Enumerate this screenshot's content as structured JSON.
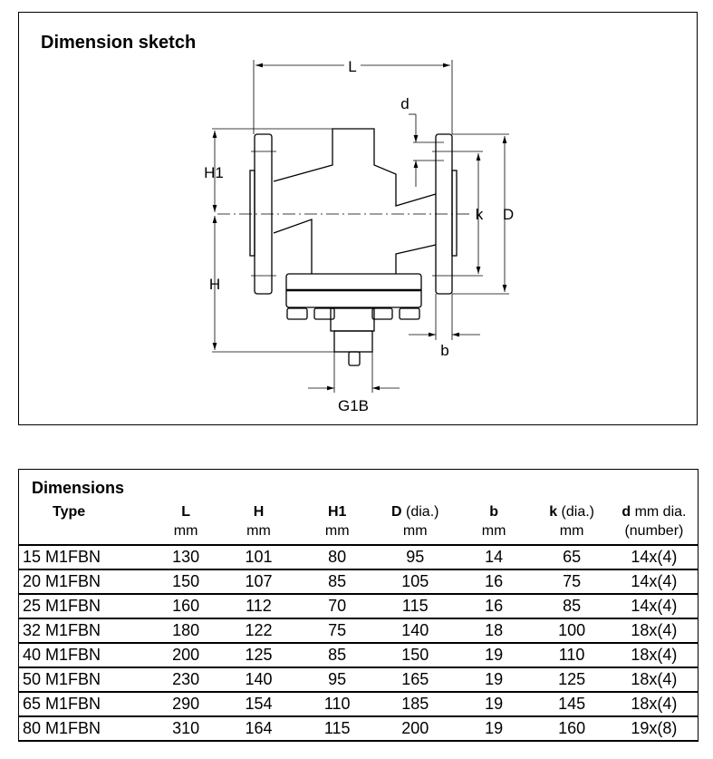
{
  "sketch": {
    "title": "Dimension sketch",
    "labels": {
      "L": "L",
      "d": "d",
      "H1": "H1",
      "H": "H",
      "k": "k",
      "D": "D",
      "b": "b",
      "G1B": "G1B"
    }
  },
  "table": {
    "title": "Dimensions",
    "headers": [
      {
        "name": "Type",
        "suffix": "",
        "unit": ""
      },
      {
        "name": "L",
        "suffix": "",
        "unit": "mm"
      },
      {
        "name": "H",
        "suffix": "",
        "unit": "mm"
      },
      {
        "name": "H1",
        "suffix": "",
        "unit": "mm"
      },
      {
        "name": "D",
        "suffix": " (dia.)",
        "unit": "mm"
      },
      {
        "name": "b",
        "suffix": "",
        "unit": "mm"
      },
      {
        "name": "k",
        "suffix": " (dia.)",
        "unit": "mm"
      },
      {
        "name": "d",
        "suffix": " mm dia.",
        "unit": "(number)"
      }
    ],
    "rows": [
      [
        "15 M1FBN",
        "130",
        "101",
        "80",
        "95",
        "14",
        "65",
        "14x(4)"
      ],
      [
        "20 M1FBN",
        "150",
        "107",
        "85",
        "105",
        "16",
        "75",
        "14x(4)"
      ],
      [
        "25 M1FBN",
        "160",
        "112",
        "70",
        "115",
        "16",
        "85",
        "14x(4)"
      ],
      [
        "32 M1FBN",
        "180",
        "122",
        "75",
        "140",
        "18",
        "100",
        "18x(4)"
      ],
      [
        "40 M1FBN",
        "200",
        "125",
        "85",
        "150",
        "19",
        "110",
        "18x(4)"
      ],
      [
        "50 M1FBN",
        "230",
        "140",
        "95",
        "165",
        "19",
        "125",
        "18x(4)"
      ],
      [
        "65 M1FBN",
        "290",
        "154",
        "110",
        "185",
        "19",
        "145",
        "18x(4)"
      ],
      [
        "80 M1FBN",
        "310",
        "164",
        "115",
        "200",
        "19",
        "160",
        "19x(8)"
      ]
    ]
  }
}
